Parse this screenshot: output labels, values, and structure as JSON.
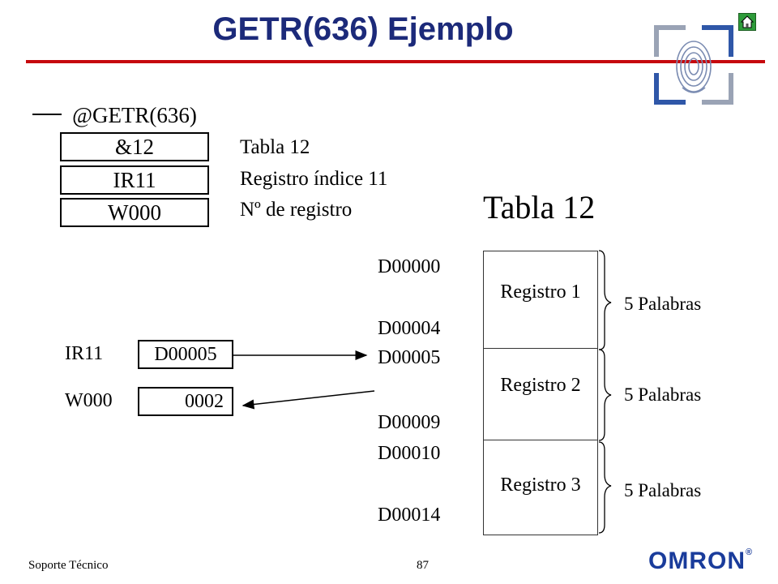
{
  "header": {
    "title": "GETR(636) Ejemplo"
  },
  "instruction": {
    "name": "@GETR(636)",
    "operand1": "&12",
    "operand2": "IR11",
    "operand3": "W000",
    "desc1": "Tabla 12",
    "desc2": "Registro índice 11",
    "desc3": "Nº de registro"
  },
  "table": {
    "title": "Tabla 12",
    "addresses": [
      "D00000",
      "D00004",
      "D00005",
      "D00009",
      "D00010",
      "D00014"
    ],
    "records": [
      {
        "label": "Registro 1",
        "words": "5 Palabras"
      },
      {
        "label": "Registro 2",
        "words": "5 Palabras"
      },
      {
        "label": "Registro 3",
        "words": "5 Palabras"
      }
    ]
  },
  "registers": {
    "ir_name": "IR11",
    "ir_value": "D00005",
    "w_name": "W000",
    "w_value": "0002"
  },
  "footer": {
    "left": "Soporte Técnico",
    "page": "87",
    "logo": "OMRON",
    "logo_mark": "®"
  },
  "colors": {
    "title": "#1c2a7a",
    "rule": "#c6080d",
    "logo": "#1a3c9b",
    "home": "#2e9b3a"
  },
  "icons": [
    "home-icon",
    "fingerprint-logo-icon"
  ]
}
